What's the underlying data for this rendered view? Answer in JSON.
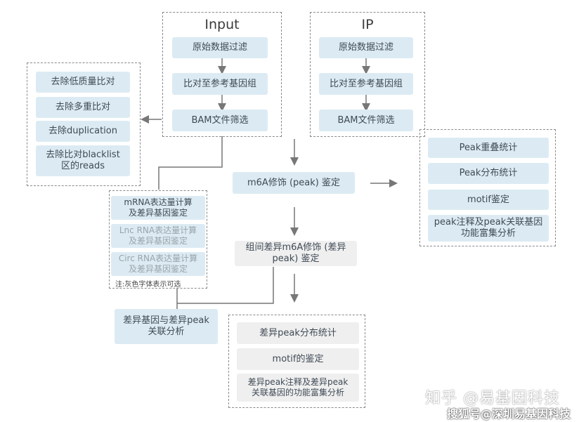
{
  "input": {
    "title": "Input",
    "steps": [
      "原始数据过滤",
      "比对至参考基因组",
      "BAM文件筛选"
    ]
  },
  "ip": {
    "title": "IP",
    "steps": [
      "原始数据过滤",
      "比对至参考基因组",
      "BAM文件筛选"
    ]
  },
  "filters": [
    "去除低质量比对",
    "去除多重比对",
    "去除duplication",
    "去除比对blacklist\n区的reads"
  ],
  "expression": {
    "items": [
      "mRNA表达量计算\n及差异基因鉴定",
      "Lnc RNA表达量计算\n及差异基因鉴定",
      "Circ RNA表达量计算\n及差异基因鉴定"
    ],
    "note": "注:灰色字体表示可选"
  },
  "m6a": "m6A修饰 (peak) 鉴定",
  "diff_m6a": "组间差异m6A修饰 (差异\npeak) 鉴定",
  "peak_analysis": [
    "Peak重叠统计",
    "Peak分布统计",
    "motif鉴定",
    "peak注释及peak关联基因\n功能富集分析"
  ],
  "assoc": "差异基因与差异peak\n关联分析",
  "diff_analysis": [
    "差异peak分布统计",
    "motif的鉴定",
    "差异peak注释及差异peak\n关联基因的功能富集分析"
  ],
  "watermark": {
    "line1": "知乎 @易基因科技",
    "line2": "搜狐号@深圳易基因科技"
  }
}
